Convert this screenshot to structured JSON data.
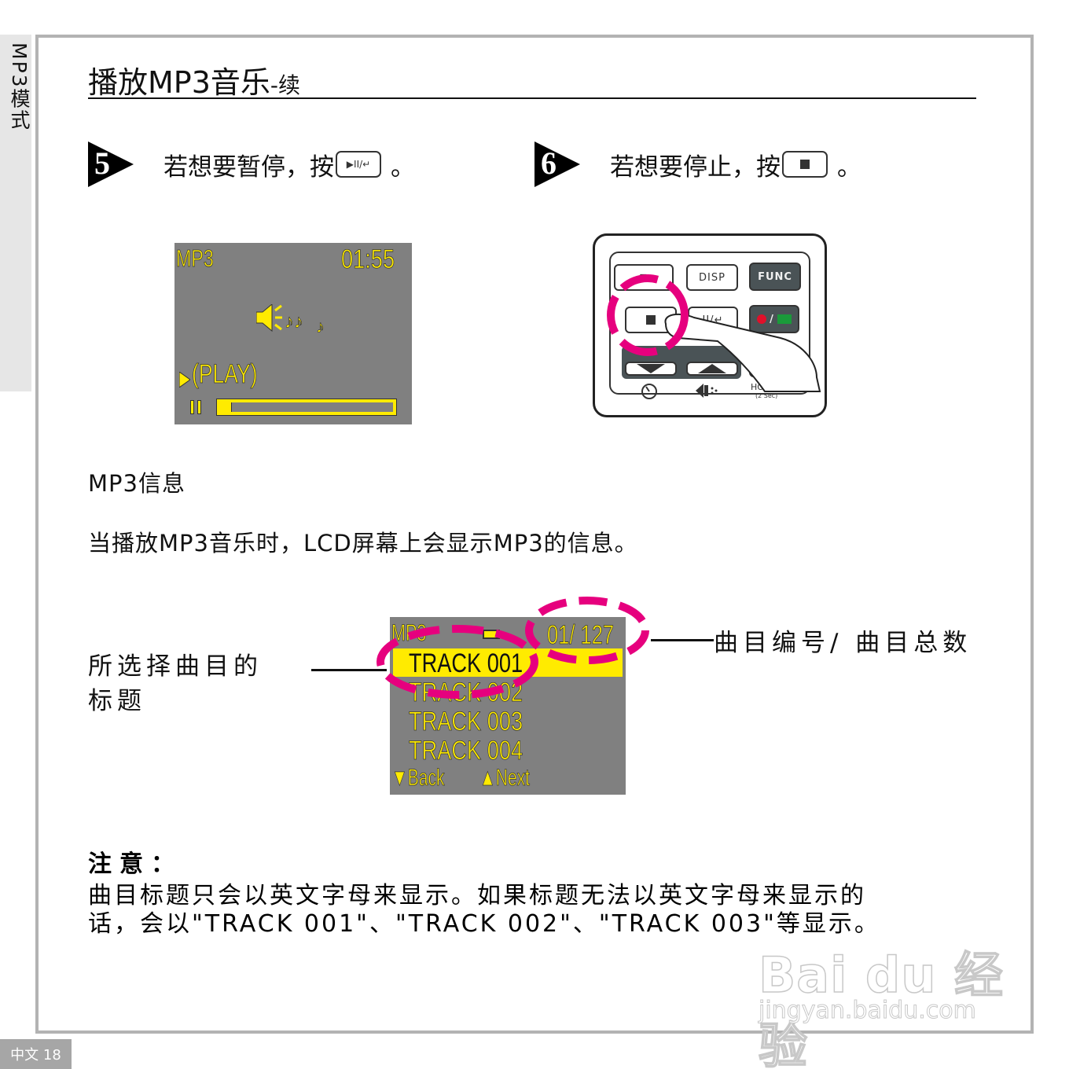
{
  "side_tab": {
    "label": "MP3模式"
  },
  "header": {
    "title": "播放MP3音乐",
    "title_suffix": "-续"
  },
  "steps": [
    {
      "number": "5",
      "text": "若想要暂停，按",
      "key_label": "▶II/↵",
      "key_icon": "play-pause-enter-key-icon",
      "end_punct": "。"
    },
    {
      "number": "6",
      "text": "若想要停止，按",
      "key_label": "■",
      "key_icon": "stop-key-icon",
      "end_punct": "。"
    }
  ],
  "lcd_playing": {
    "mode": "MP3",
    "time": "01:55",
    "status": "(PLAY)",
    "center_icon": "speaker-with-music-notes-icon",
    "play_indicator": "▶",
    "pause_indicator": "II",
    "progress_percent": 7
  },
  "remote": {
    "buttons": [
      {
        "label": "≣",
        "name": "menu-button"
      },
      {
        "label": "DISP",
        "name": "disp-button"
      },
      {
        "label": "FUNC",
        "name": "func-button"
      },
      {
        "label": "■",
        "name": "stop-button"
      },
      {
        "label": "II/↵",
        "name": "pause-enter-button"
      },
      {
        "label": "● / ▶",
        "name": "record-play-button"
      },
      {
        "label": "▼",
        "name": "down-button"
      },
      {
        "label": "▲",
        "name": "up-button"
      }
    ],
    "legend": {
      "hold": "HOLD",
      "hold_sub": "(2 Sec)"
    },
    "highlight_color": "#e6007e"
  },
  "mp3_info": {
    "heading": "MP3信息",
    "description": "当播放MP3音乐时，LCD屏幕上会显示MP3的信息。"
  },
  "lcd_list": {
    "mode": "MP3",
    "counter": "01/ 127",
    "tracks": [
      "TRACK 001",
      "TRACK 002",
      "TRACK 003",
      "TRACK 004"
    ],
    "selected_index": 0,
    "back_label": "▼Back",
    "next_label": "▲Next",
    "battery_icon": "battery-icon"
  },
  "callouts": {
    "left_line1": "所选择曲目的",
    "left_line2": "标题",
    "right": "曲目编号/ 曲目总数"
  },
  "note": {
    "heading": "注意：",
    "line1": "曲目标题只会以英文字母来显示。如果标题无法以英文字母来显示的",
    "line2": "话，会以\"TRACK 001\"、\"TRACK 002\"、\"TRACK 003\"等显示。"
  },
  "watermark": {
    "brand": "Bai du 经验",
    "url": "jingyan.baidu.com"
  },
  "footer": {
    "page_label": "中文 18"
  },
  "colors": {
    "lcd_bg": "#808080",
    "lcd_text": "#ffeb00",
    "highlight": "#e6007e",
    "frame": "#b3b3b3"
  }
}
